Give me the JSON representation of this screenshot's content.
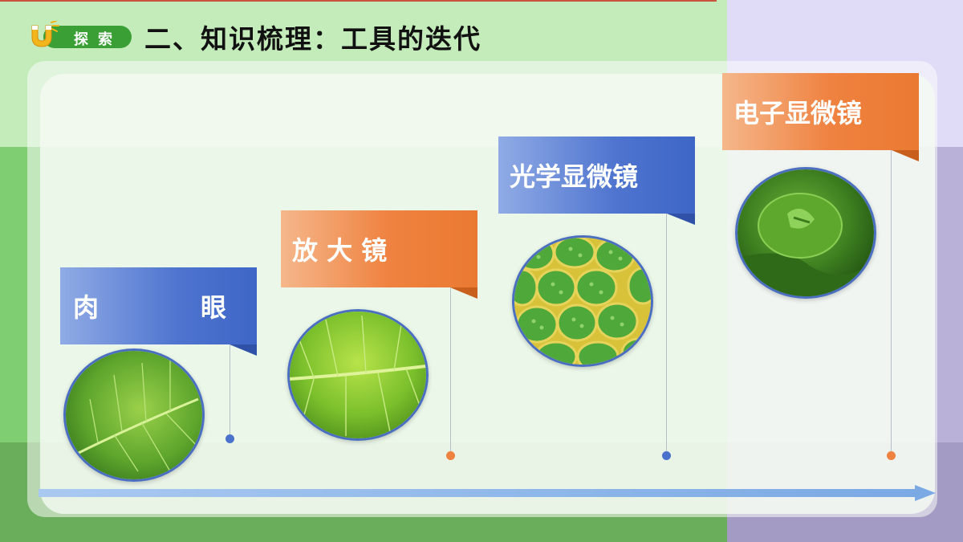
{
  "header": {
    "badge_label": "探索",
    "title": "二、知识梳理：工具的迭代"
  },
  "timeline": {
    "stages": [
      {
        "label_left": "肉",
        "label_right": "眼",
        "flag_color": "blue",
        "image": "leaf-naked-eye-image"
      },
      {
        "label": "放 大 镜",
        "flag_color": "orange",
        "image": "leaf-magnifier-image"
      },
      {
        "label": "光学显微镜",
        "flag_color": "blue",
        "image": "leaf-cells-image"
      },
      {
        "label": "电子显微镜",
        "flag_color": "orange",
        "image": "leaf-stoma-image"
      }
    ]
  },
  "colors": {
    "blue_flag": "#4e74cf",
    "orange_flag": "#ef8240",
    "badge_green": "#3a9f34",
    "arrow": "#8fb8e8"
  }
}
